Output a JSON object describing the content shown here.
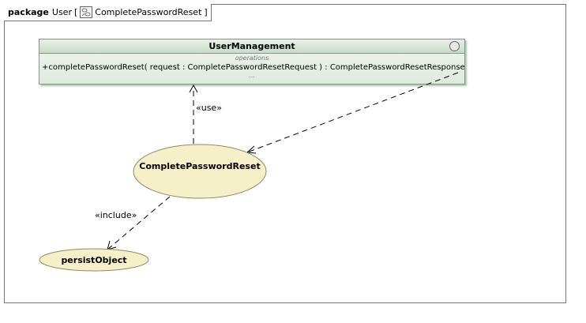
{
  "frame": {
    "keyword": "package",
    "name": "User",
    "open_bracket": "[",
    "diagram_name": "CompletePasswordReset",
    "close_bracket": "]",
    "diagram_icon": "use-case-diagram-icon"
  },
  "class": {
    "name": "UserManagement",
    "compartment_title": "operations",
    "operation": "+completePasswordReset( request : CompletePasswordResetRequest ) : CompletePasswordResetResponse",
    "more": "...",
    "fill_color": "#dfeadf",
    "border_color": "#7a9c7a"
  },
  "use_cases": {
    "main": "CompletePasswordReset",
    "included": "persistObject",
    "fill_color": "#f5f0c8"
  },
  "relations": {
    "use_label": "«use»",
    "include_label": "«include»"
  }
}
